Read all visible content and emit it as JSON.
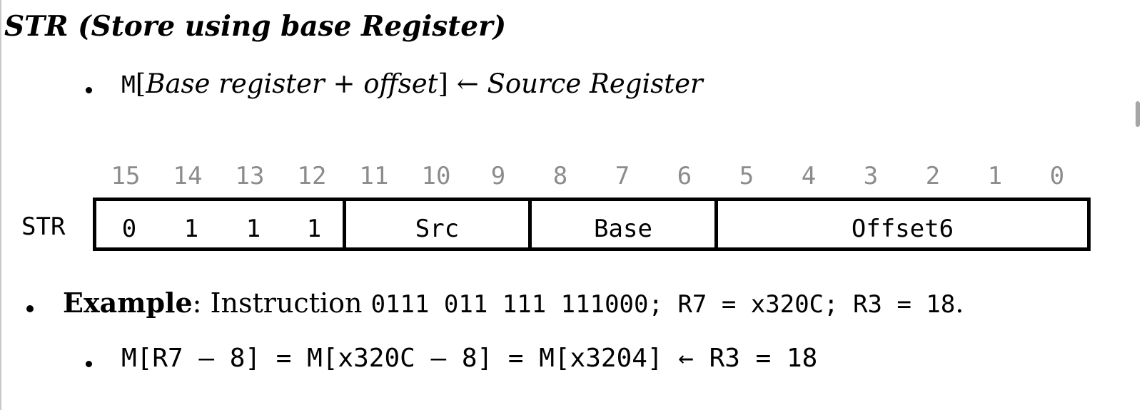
{
  "heading": "STR (Store using base Register)",
  "formula": {
    "mem": "M",
    "open": "[",
    "operand": "Base register + offset",
    "close": "]",
    "arrow": " ← ",
    "target": "Source Register"
  },
  "instruction": {
    "label": "STR",
    "bit_numbers": [
      "15",
      "14",
      "13",
      "12",
      "11",
      "10",
      "9",
      "8",
      "7",
      "6",
      "5",
      "4",
      "3",
      "2",
      "1",
      "0"
    ],
    "opcode_bits": [
      "0",
      "1",
      "1",
      "1"
    ],
    "fields": {
      "src": "Src",
      "base": "Base",
      "offset": "Offset6"
    }
  },
  "example": {
    "label": "Example",
    "colon": ": Instruction ",
    "code": "0111 011 111 111000;",
    "r7": " R7 = x320C;",
    "r3": " R3 = 18",
    "end": "."
  },
  "calculation": "M[R7 – 8] = M[x320C – 8] = M[x3204] ← R3 = 18"
}
